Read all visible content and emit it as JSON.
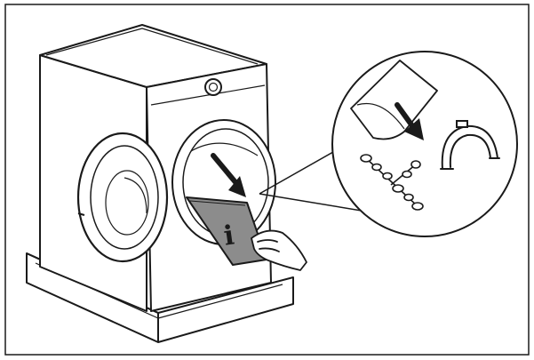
{
  "figure": {
    "info_symbol": "i",
    "colors": {
      "line": "#1a1a1a",
      "paper": "#ffffff",
      "bag_fill": "#8c8c8c",
      "arrow": "#1a1a1a"
    },
    "icons": [
      "washing-machine",
      "info-bag",
      "hand",
      "arrow-icon",
      "hose-guide",
      "transport-bolt-covers"
    ]
  }
}
